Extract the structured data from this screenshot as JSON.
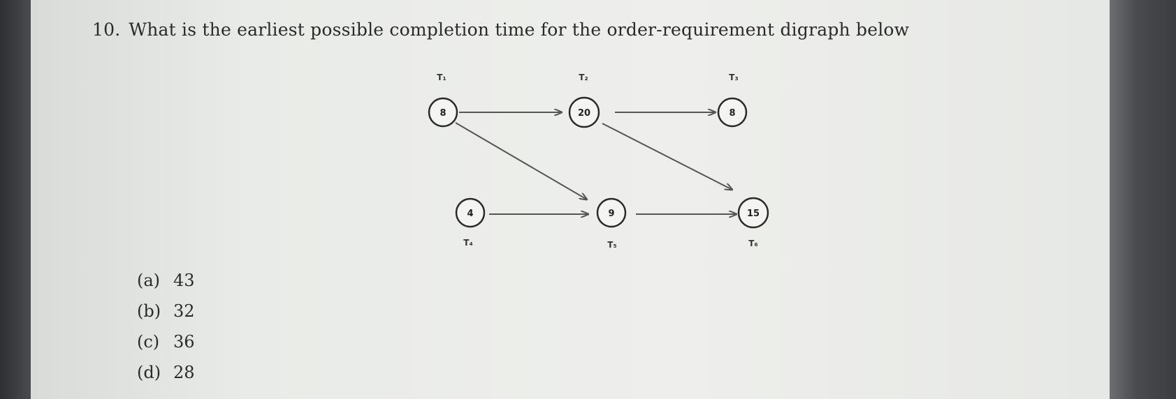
{
  "question": {
    "number": "10.",
    "text": "What is the earliest possible completion time for the order-requirement digraph below"
  },
  "digraph": {
    "nodes": [
      {
        "id": "T1",
        "label": "T₁",
        "value": "8"
      },
      {
        "id": "T2",
        "label": "T₂",
        "value": "20"
      },
      {
        "id": "T3",
        "label": "T₃",
        "value": "8"
      },
      {
        "id": "T4",
        "label": "T₄",
        "value": "4"
      },
      {
        "id": "T5",
        "label": "T₅",
        "value": "9"
      },
      {
        "id": "T6",
        "label": "T₆",
        "value": "15"
      }
    ],
    "edges": [
      {
        "from": "T1",
        "to": "T2"
      },
      {
        "from": "T2",
        "to": "T3"
      },
      {
        "from": "T1",
        "to": "T5"
      },
      {
        "from": "T2",
        "to": "T6"
      },
      {
        "from": "T4",
        "to": "T5"
      },
      {
        "from": "T5",
        "to": "T6"
      }
    ]
  },
  "choices": [
    {
      "letter": "(a)",
      "value": "43"
    },
    {
      "letter": "(b)",
      "value": "32"
    },
    {
      "letter": "(c)",
      "value": "36"
    },
    {
      "letter": "(d)",
      "value": "28"
    }
  ]
}
